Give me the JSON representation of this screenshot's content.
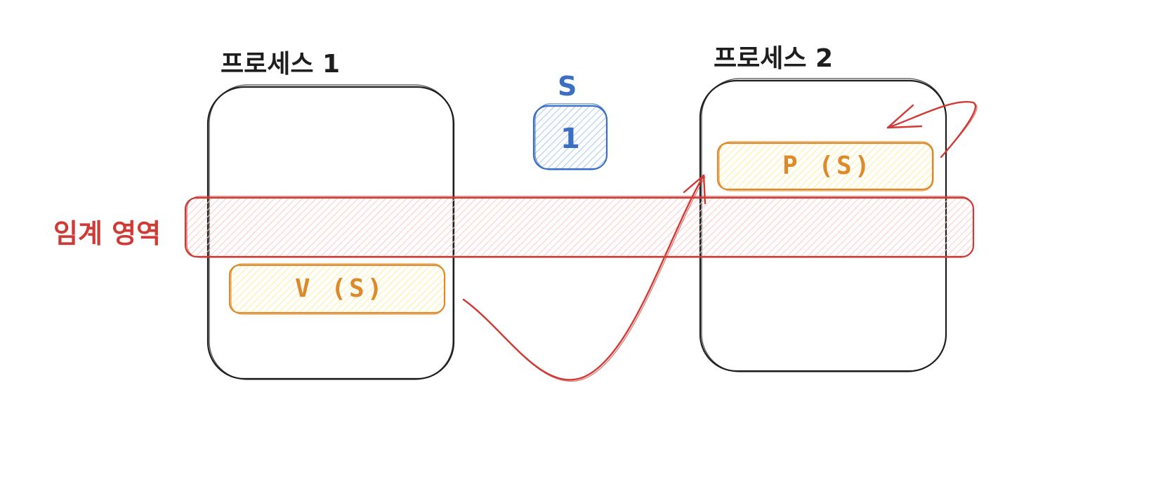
{
  "process1": {
    "title": "프로세스 1",
    "operation": "V (S)"
  },
  "process2": {
    "title": "프로세스 2",
    "operation": "P (S)"
  },
  "semaphore": {
    "name": "S",
    "value": "1"
  },
  "critical_section": {
    "label": "임계 영역"
  },
  "colors": {
    "stroke": "#1e1e1e",
    "semaphore": "#3b6fc4",
    "semaphore_fill": "#a5c8f5",
    "critical": "#d03a35",
    "critical_fill": "#ffc9c9",
    "operation": "#de8a2a",
    "operation_fill": "#ffec99"
  }
}
